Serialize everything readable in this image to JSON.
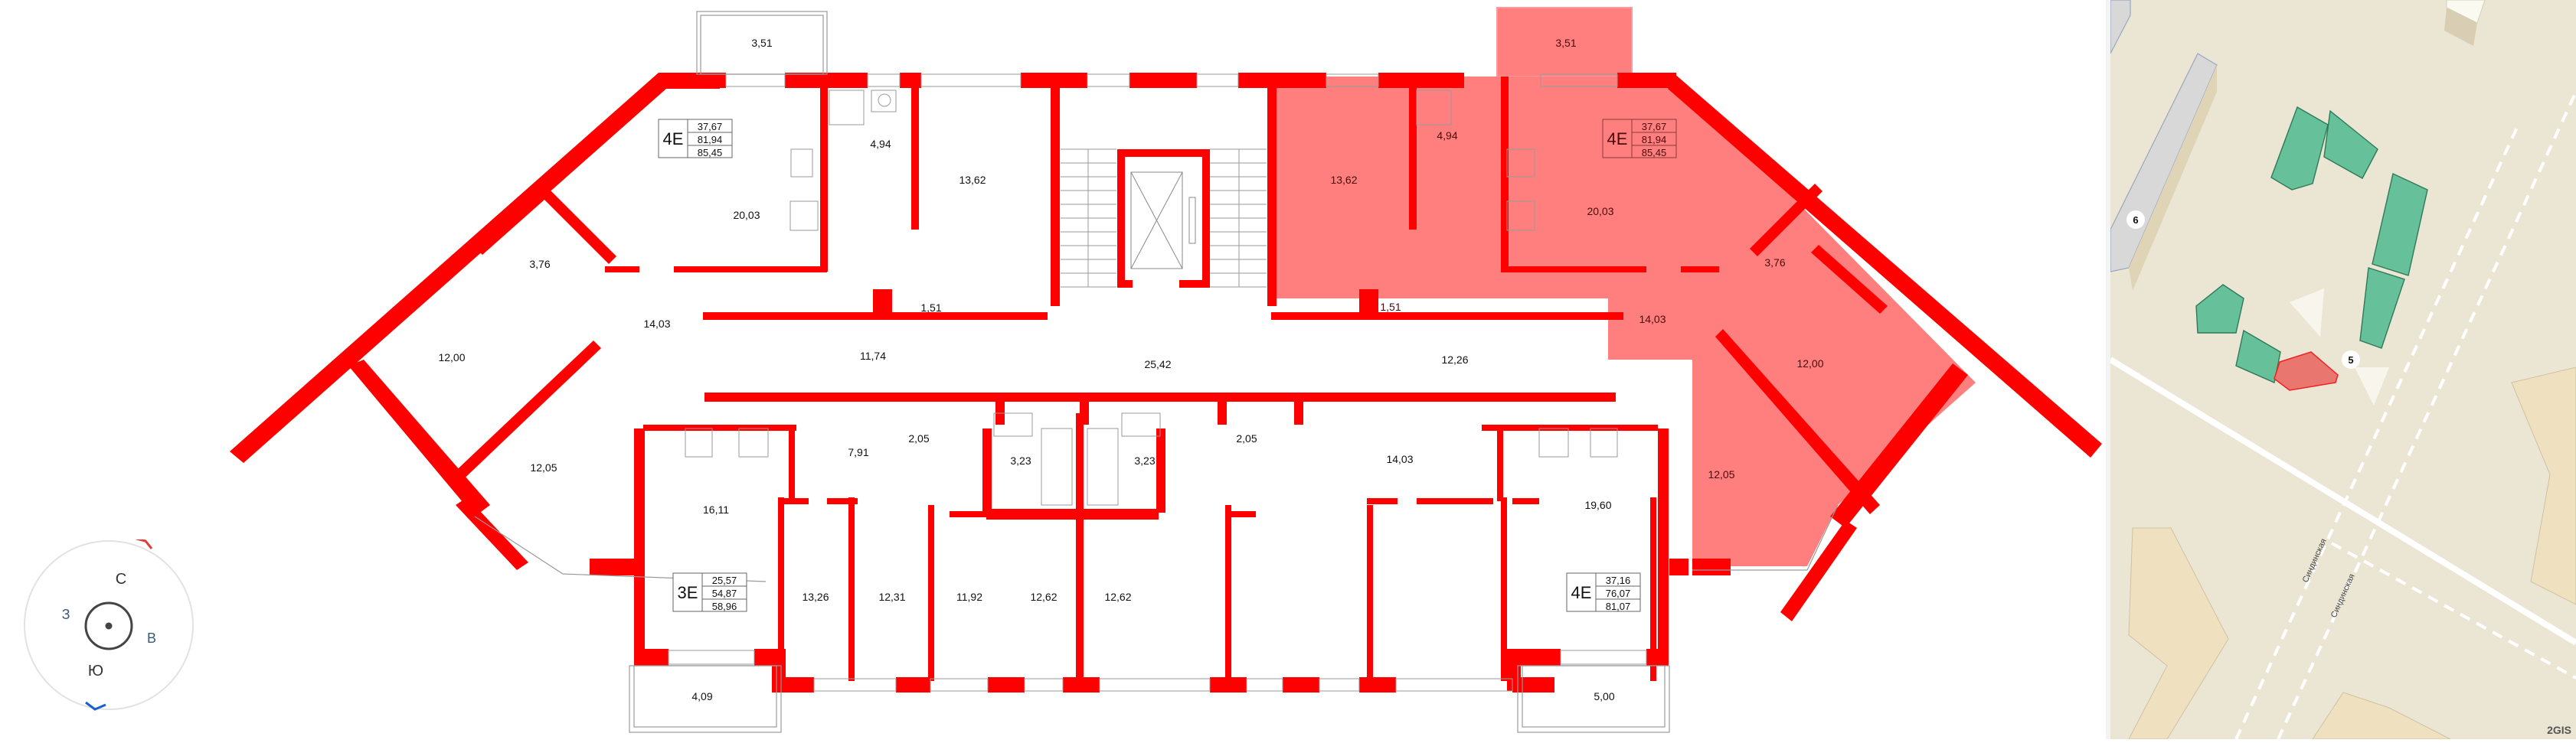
{
  "colors": {
    "wall": "#ff0000",
    "selected_fill": "#ff7f7f",
    "fixture_line": "#9a9a9a",
    "map_bg": "#ebe5d3",
    "map_building_green": "#66c19a",
    "map_building_selected": "#ea7670",
    "map_building_grey": "#d9d9d9",
    "map_building_beige": "#efe1bf",
    "compass_north_marker": "#e53935",
    "compass_south_marker": "#1a5fd0"
  },
  "compass": {
    "north": "С",
    "south": "Ю",
    "west": "З",
    "east": "В"
  },
  "apartments": [
    {
      "id": "left-4e",
      "type": "4Е",
      "living_area": "37,67",
      "total_area": "81,94",
      "total_with_balcony": "85,45",
      "selected": false,
      "rooms": [
        "3,51",
        "20,03",
        "4,94",
        "3,76",
        "14,03",
        "12,00",
        "12,05",
        "1,51",
        "13,62"
      ]
    },
    {
      "id": "right-4e-top",
      "type": "4Е",
      "living_area": "37,67",
      "total_area": "81,94",
      "total_with_balcony": "85,45",
      "selected": true,
      "rooms": [
        "3,51",
        "13,62",
        "4,94",
        "20,03",
        "1,51",
        "3,76",
        "14,03",
        "12,00",
        "12,05"
      ]
    },
    {
      "id": "left-3e",
      "type": "3Е",
      "living_area": "25,57",
      "total_area": "54,87",
      "total_with_balcony": "58,96",
      "selected": false,
      "rooms": [
        "16,11",
        "4,09",
        "7,91",
        "2,05",
        "3,23",
        "13,26",
        "12,31",
        "11,74"
      ]
    },
    {
      "id": "right-4e-bottom",
      "type": "4Е",
      "living_area": "37,16",
      "total_area": "76,07",
      "total_with_balcony": "81,07",
      "selected": false,
      "rooms": [
        "19,60",
        "5,00",
        "14,03",
        "2,05",
        "3,23",
        "11,92",
        "12,62",
        "12,62",
        "12,26"
      ]
    }
  ],
  "common": {
    "stair_hall": "25,42"
  },
  "labels": {
    "l_balcony_top": "3,51",
    "l_kitchen": "20,03",
    "l_bath_top": "4,94",
    "l_room_1362": "13,62",
    "l_closet": "1,51",
    "l_bath_diag": "3,76",
    "l_hall": "14,03",
    "l_room_1200": "12,00",
    "l_room_1205": "12,05",
    "l_corridor_1174": "11,74",
    "hall_2542": "25,42",
    "r_corridor_1226": "12,26",
    "r_balcony_top": "3,51",
    "r_room_1362": "13,62",
    "r_bath_top": "4,94",
    "r_kitchen": "20,03",
    "r_closet": "1,51",
    "r_bath_diag": "3,76",
    "r_hall": "14,03",
    "r_room_1200": "12,00",
    "r_room_1205": "12,05",
    "b_kitchen_1611": "16,11",
    "b_hall_791": "7,91",
    "b_wc_205_l": "2,05",
    "b_bath_323_l": "3,23",
    "b_bath_323_r": "3,23",
    "b_wc_205_r": "2,05",
    "b_hall_1403": "14,03",
    "b_kitchen_1960": "19,60",
    "b_room_1326": "13,26",
    "b_room_1231": "12,31",
    "b_room_1192": "11,92",
    "b_room_1262a": "12,62",
    "b_room_1262b": "12,62",
    "b_balcony_409": "4,09",
    "b_balcony_500": "5,00"
  },
  "map": {
    "house_numbers": [
      "6",
      "5"
    ],
    "street_labels": [
      "Синдинская",
      "Синдинская"
    ],
    "attribution": "2GIS"
  }
}
